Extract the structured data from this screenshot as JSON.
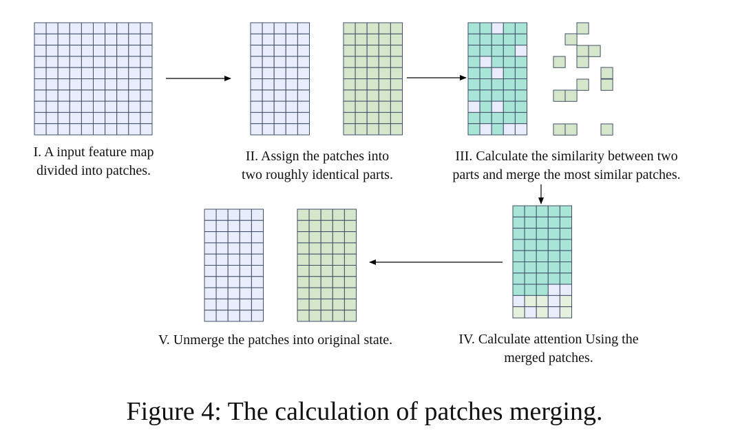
{
  "colors": {
    "blue_cell": "#e9ecfa",
    "green_cell": "#d5e6ca",
    "teal_cell": "#a8e5d6",
    "light_green_cell": "#e5f1dd",
    "grid_line": "#3f4e69",
    "arrow": "#000000"
  },
  "steps": [
    {
      "lines": [
        "I. A input feature map",
        "divided into patches."
      ]
    },
    {
      "lines": [
        "II. Assign the patches into",
        "two roughly identical parts."
      ]
    },
    {
      "lines": [
        "III. Calculate the similarity between two",
        "parts and merge the most similar patches."
      ]
    },
    {
      "lines": [
        "IV. Calculate attention Using the",
        "merged patches."
      ]
    },
    {
      "lines": [
        "V. Unmerge the patches into original state."
      ]
    }
  ],
  "caption": "Figure 4: The calculation of patches merging."
}
